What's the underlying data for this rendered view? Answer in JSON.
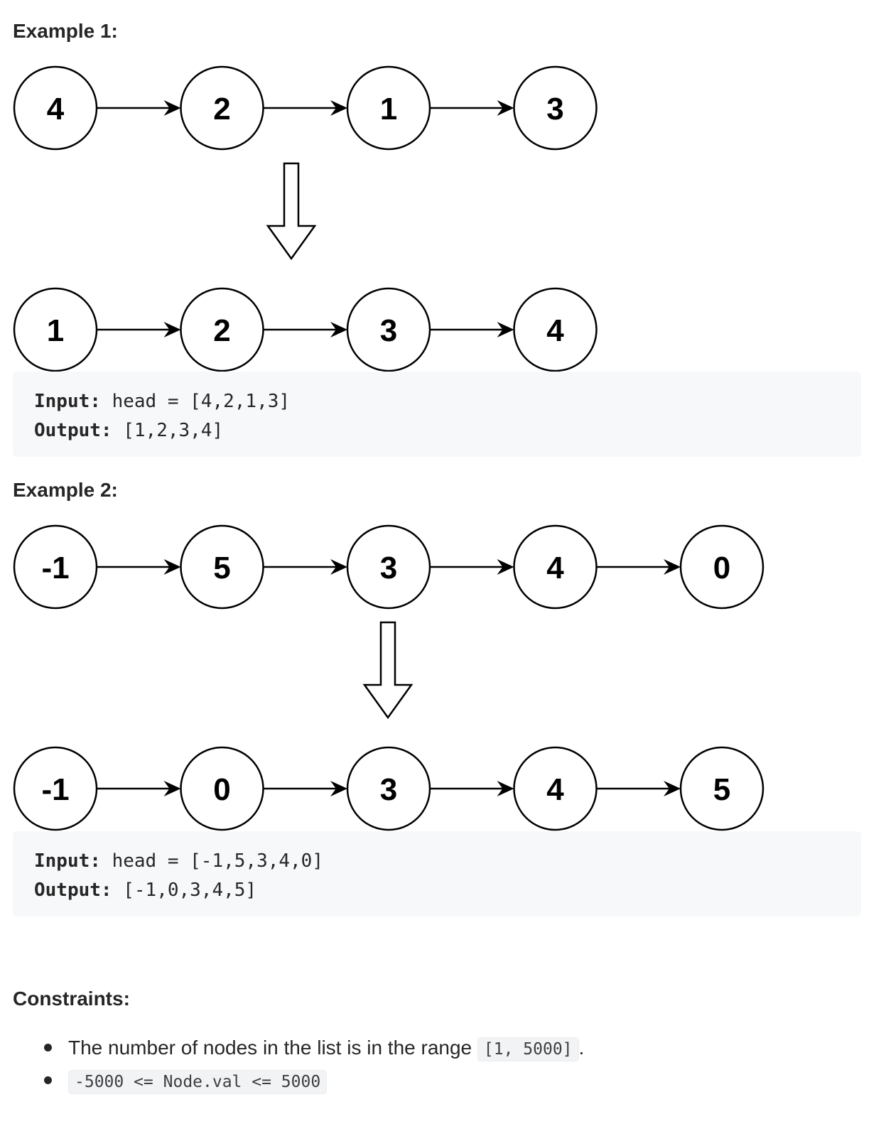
{
  "examples": [
    {
      "title": "Example 1:",
      "before": [
        "4",
        "2",
        "1",
        "3"
      ],
      "after": [
        "1",
        "2",
        "3",
        "4"
      ],
      "input_label": "Input:",
      "input_value": " head = [4,2,1,3]",
      "output_label": "Output:",
      "output_value": " [1,2,3,4]"
    },
    {
      "title": "Example 2:",
      "before": [
        "-1",
        "5",
        "3",
        "4",
        "0"
      ],
      "after": [
        "-1",
        "0",
        "3",
        "4",
        "5"
      ],
      "input_label": "Input:",
      "input_value": " head = [-1,5,3,4,0]",
      "output_label": "Output:",
      "output_value": " [-1,0,3,4,5]"
    }
  ],
  "constraints": {
    "title": "Constraints:",
    "items": [
      {
        "text": "The number of nodes in the list is in the range ",
        "code": "[1, 5000]",
        "after": "."
      },
      {
        "text": "",
        "code": "-5000 <= Node.val <= 5000",
        "after": ""
      }
    ]
  }
}
